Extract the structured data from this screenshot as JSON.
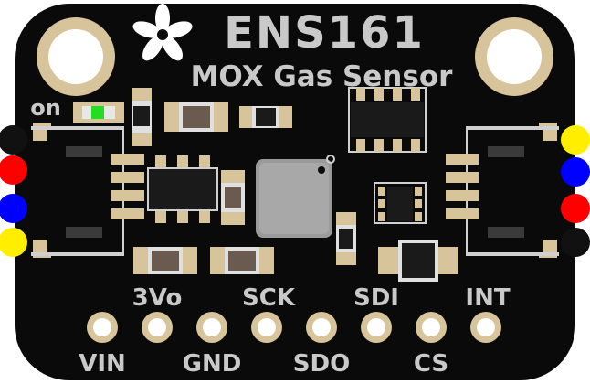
{
  "board": {
    "title": "ENS161",
    "subtitle": "MOX Gas Sensor",
    "power_led_label": "on"
  },
  "pins_top": [
    "3Vo",
    "SCK",
    "SDI",
    "INT"
  ],
  "pins_bottom": [
    "VIN",
    "GND",
    "SDO",
    "CS"
  ],
  "colors": {
    "pcb": "#0a0a0a",
    "silkscreen": "#c9c9c9",
    "copper": "#c8a878",
    "wire_black": "#111111",
    "wire_red": "#ff0000",
    "wire_blue": "#0000ff",
    "wire_yellow": "#ffee00",
    "led_green": "#22dd22"
  }
}
